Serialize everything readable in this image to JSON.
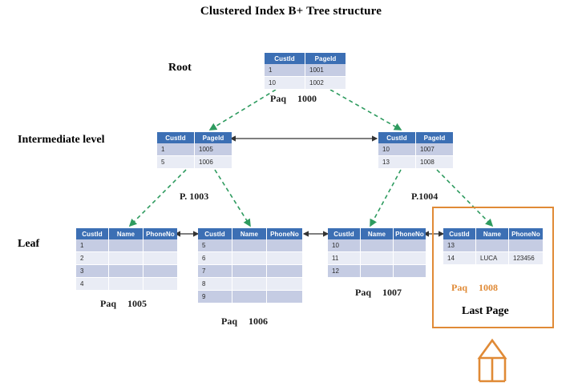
{
  "title": "Clustered Index B+ Tree structure",
  "levels": {
    "root_label": "Root",
    "intermediate_label": "Intermediate level",
    "leaf_label": "Leaf"
  },
  "colors": {
    "header_blue": "#3C6FB4",
    "row_odd": "#C5CCE3",
    "row_even": "#E9ECF5",
    "arrow_green": "#2E9B5F",
    "arrow_black": "#333333",
    "accent_orange": "#E08A36"
  },
  "root": {
    "columns": [
      "CustId",
      "PageId"
    ],
    "rows": [
      [
        "1",
        "1001"
      ],
      [
        "10",
        "1002"
      ]
    ],
    "caption_prefix": "Paq",
    "caption_value": "1000"
  },
  "intermediate": [
    {
      "columns": [
        "CustId",
        "PageId"
      ],
      "rows": [
        [
          "1",
          "1005"
        ],
        [
          "5",
          "1006"
        ]
      ],
      "caption": "P. 1003"
    },
    {
      "columns": [
        "CustId",
        "PageId"
      ],
      "rows": [
        [
          "10",
          "1007"
        ],
        [
          "13",
          "1008"
        ]
      ],
      "caption": "P.1004"
    }
  ],
  "leaves": [
    {
      "columns": [
        "CustId",
        "Name",
        "PhoneNo"
      ],
      "rows": [
        [
          "1",
          "",
          ""
        ],
        [
          "2",
          "",
          ""
        ],
        [
          "3",
          "",
          ""
        ],
        [
          "4",
          "",
          ""
        ]
      ],
      "caption_prefix": "Paq",
      "caption_value": "1005"
    },
    {
      "columns": [
        "CustId",
        "Name",
        "PhoneNo"
      ],
      "rows": [
        [
          "5",
          "",
          ""
        ],
        [
          "6",
          "",
          ""
        ],
        [
          "7",
          "",
          ""
        ],
        [
          "8",
          "",
          ""
        ],
        [
          "9",
          "",
          ""
        ]
      ],
      "caption_prefix": "Paq",
      "caption_value": "1006"
    },
    {
      "columns": [
        "CustId",
        "Name",
        "PhoneNo"
      ],
      "rows": [
        [
          "10",
          "",
          ""
        ],
        [
          "11",
          "",
          ""
        ],
        [
          "12",
          "",
          ""
        ]
      ],
      "caption_prefix": "Paq",
      "caption_value": "1007"
    },
    {
      "columns": [
        "CustId",
        "Name",
        "PhoneNo"
      ],
      "rows": [
        [
          "13",
          "",
          ""
        ],
        [
          "14",
          "LUCA",
          "123456"
        ]
      ],
      "caption_prefix": "Paq",
      "caption_value": "1008",
      "annotation": "Last Page"
    }
  ]
}
